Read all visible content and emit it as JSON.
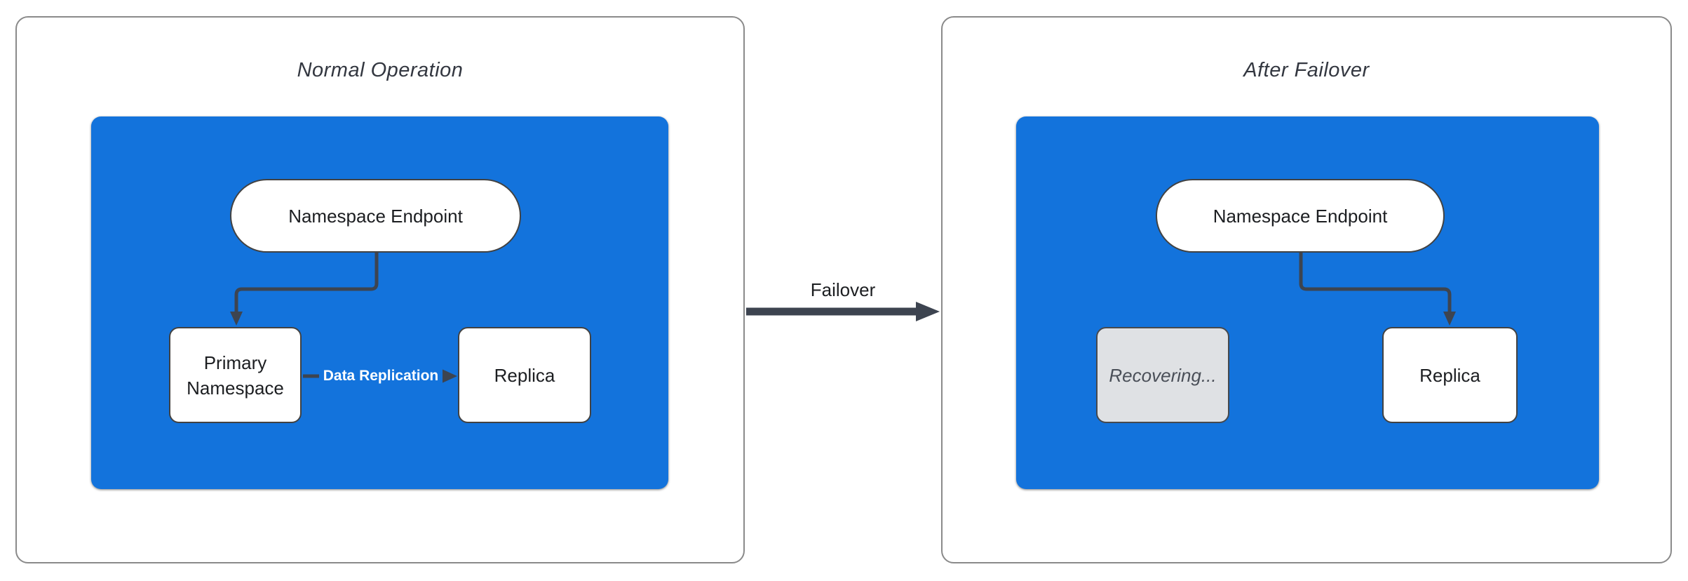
{
  "diagram": {
    "colors": {
      "cluster_blue": "#1373dc",
      "arrow_dark": "#3d4450",
      "panel_border_gray": "#8a8a8a",
      "recovering_fill": "#dfe1e4",
      "node_border": "#424242"
    },
    "transition": {
      "label": "Failover"
    },
    "panels": [
      {
        "title": "Normal Operation",
        "nodes": {
          "endpoint": "Namespace Endpoint",
          "primary": "Primary Namespace",
          "replica": "Replica"
        },
        "edges": {
          "replication_label": "Data Replication"
        }
      },
      {
        "title": "After Failover",
        "nodes": {
          "endpoint": "Namespace Endpoint",
          "recovering": "Recovering...",
          "replica": "Replica"
        }
      }
    ]
  }
}
